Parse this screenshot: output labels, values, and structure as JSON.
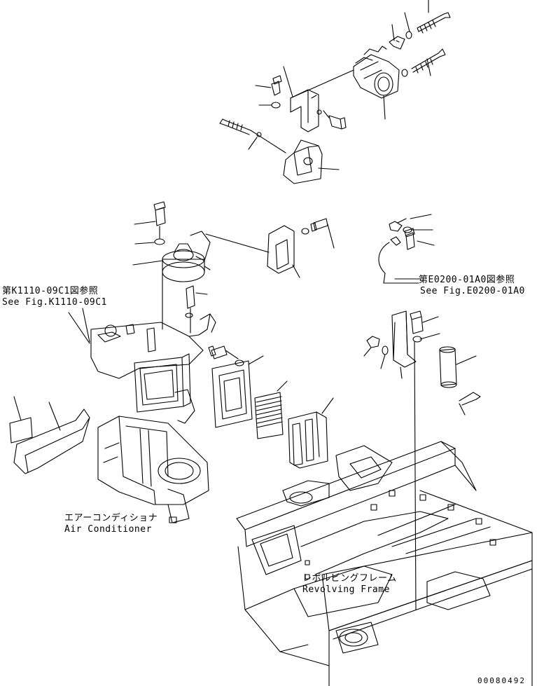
{
  "labels": {
    "ref_k1110_jp": "第K1110-09C1図参照",
    "ref_k1110_en": "See Fig.K1110-09C1",
    "ref_e0200_jp": "第E0200-01A0図参照",
    "ref_e0200_en": "See Fig.E0200-01A0",
    "aircon_jp": "エアーコンディショナ",
    "aircon_en": "Air Conditioner",
    "frame_jp": "レボルビングフレーム",
    "frame_en": "Revolving Frame",
    "doc_number": "00080492"
  },
  "colors": {
    "ink": "#000000",
    "paper": "#ffffff"
  }
}
